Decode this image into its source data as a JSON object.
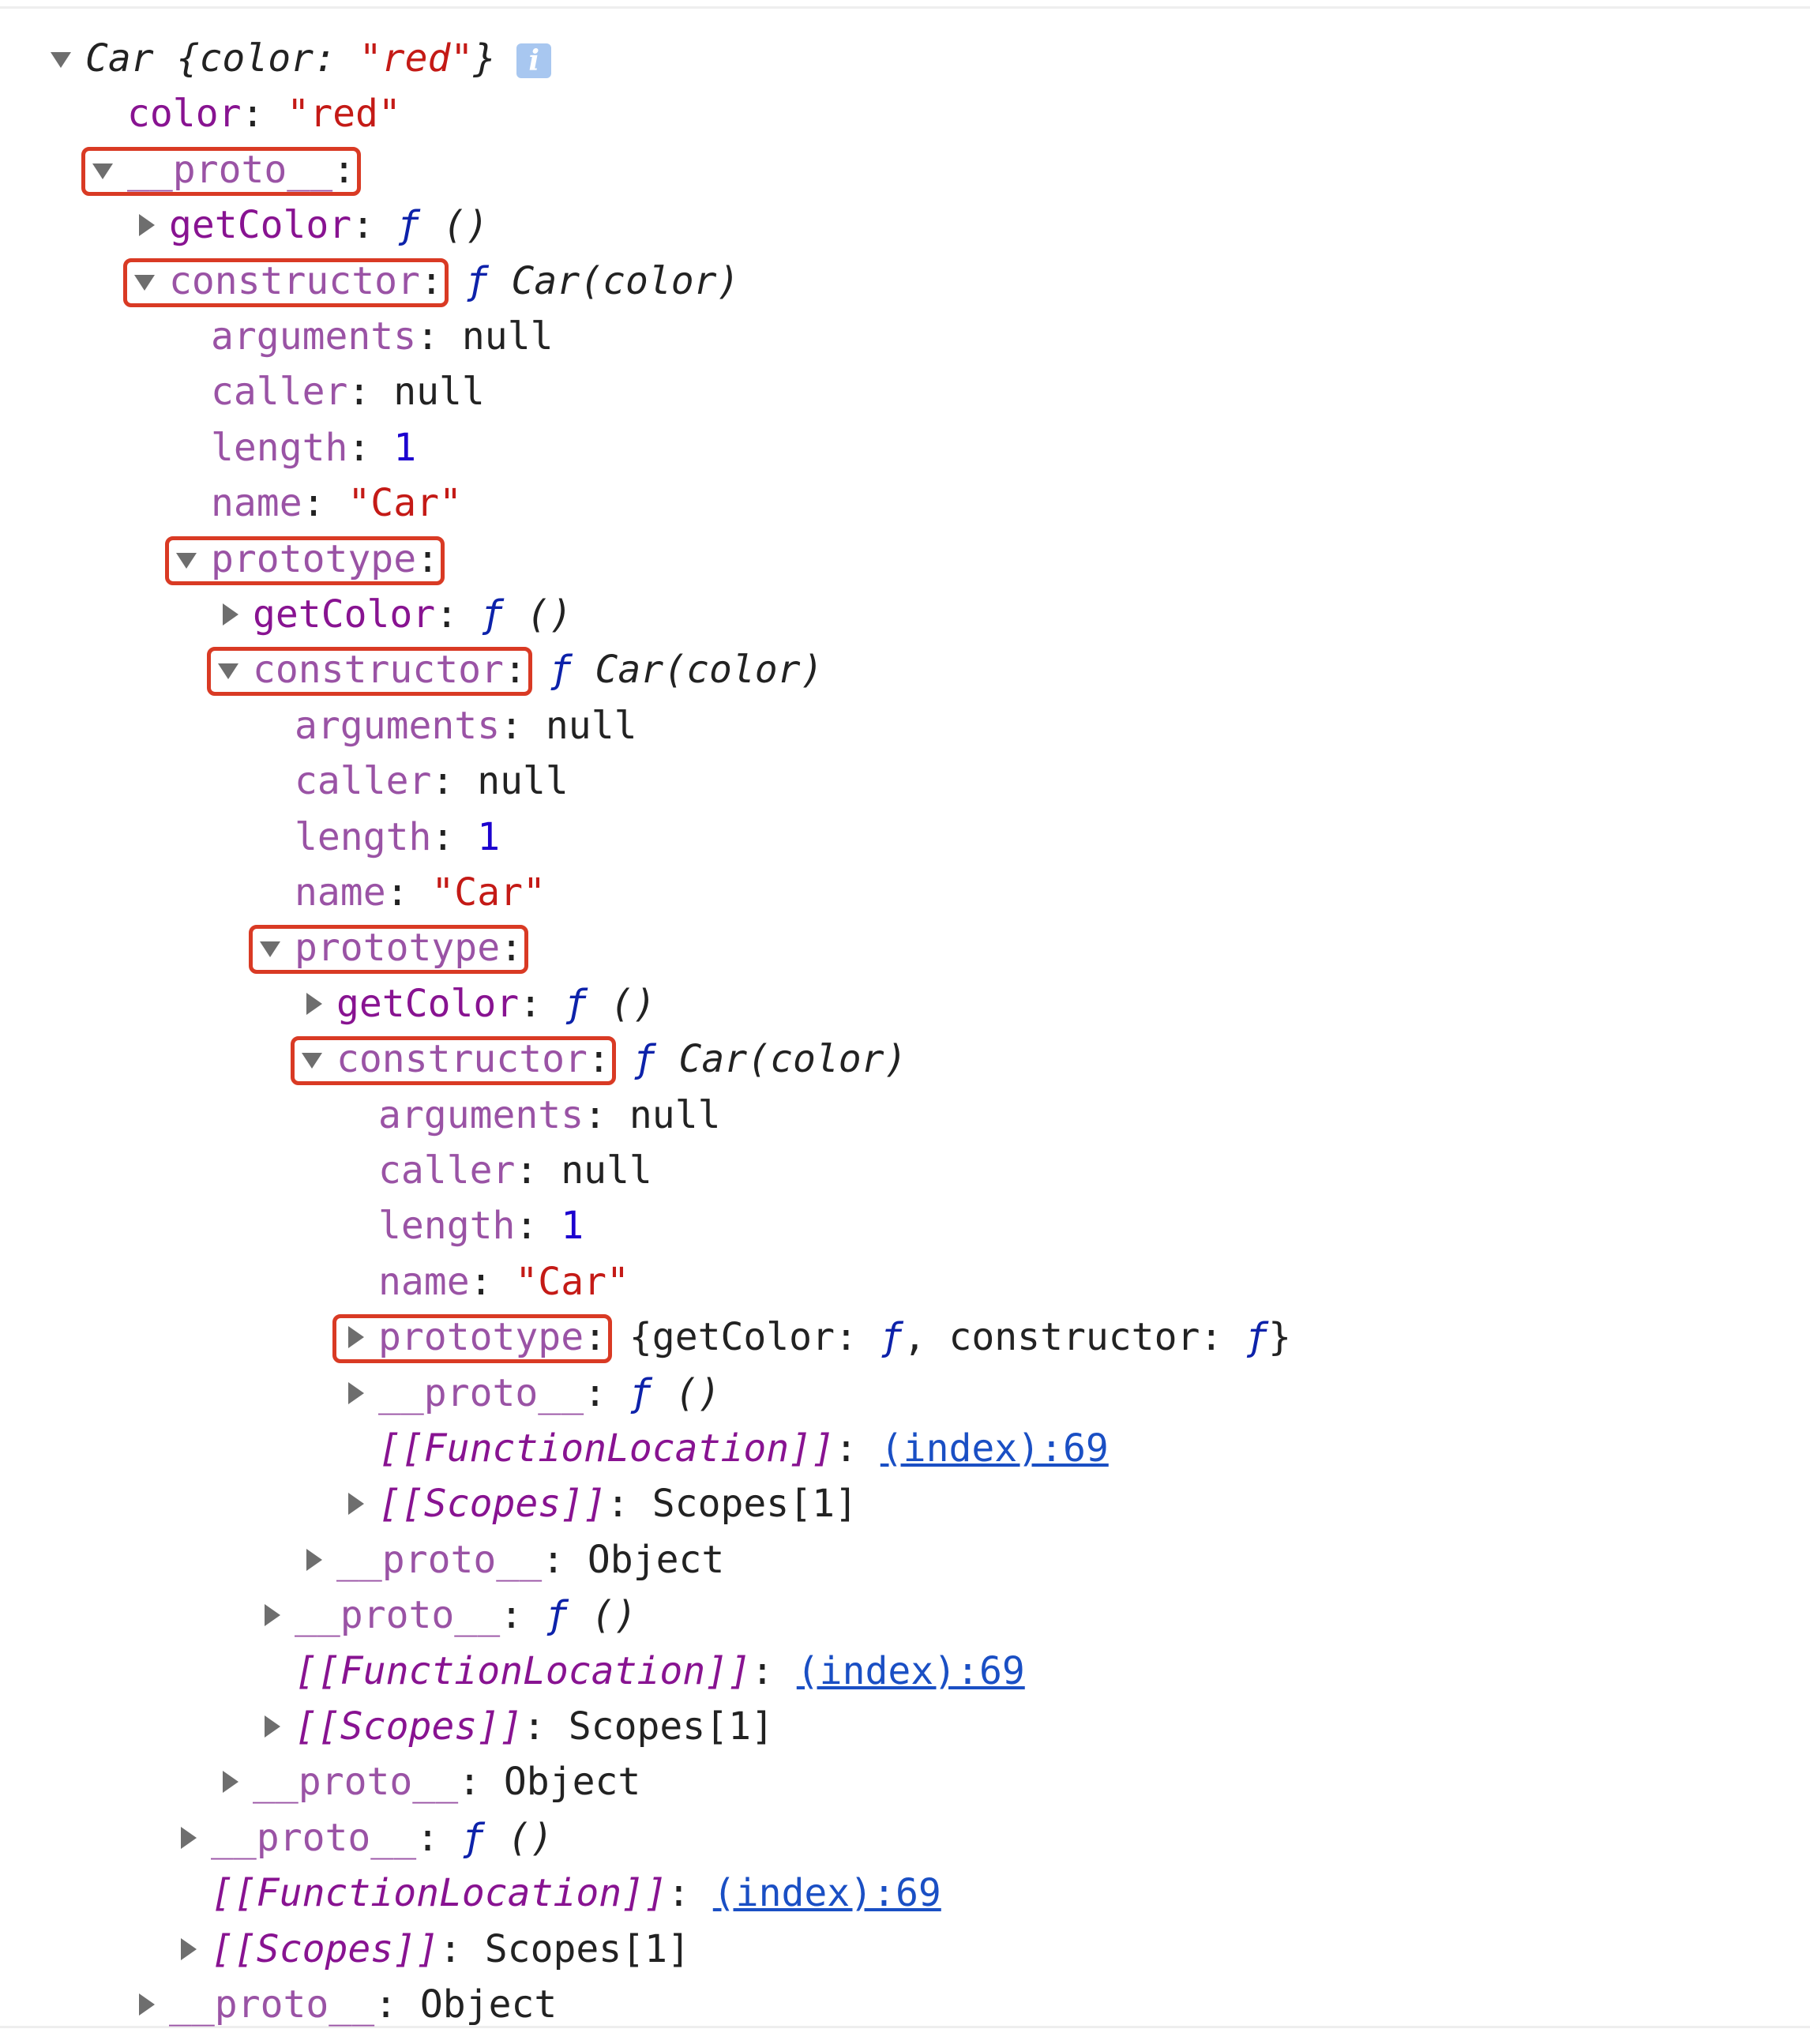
{
  "rows": [
    {
      "indent": 0,
      "toggle": "open",
      "segs": [
        {
          "t": "Car {color: ",
          "c": "it"
        },
        {
          "t": "\"red\"",
          "c": "str it"
        },
        {
          "t": "}",
          "c": "it"
        }
      ],
      "info_icon": "info-icon"
    },
    {
      "indent": 1,
      "toggle": "none",
      "segs": [
        {
          "t": "color",
          "c": "k"
        },
        {
          "t": ": ",
          "c": ""
        },
        {
          "t": "\"red\"",
          "c": "str"
        }
      ]
    },
    {
      "indent": 1,
      "toggle": "open",
      "highlight": true,
      "segs": [
        {
          "t": "__proto__",
          "c": "kd"
        },
        {
          "t": ":",
          "c": ""
        }
      ]
    },
    {
      "indent": 2,
      "toggle": "closed",
      "segs": [
        {
          "t": "getColor",
          "c": "k"
        },
        {
          "t": ": ",
          "c": ""
        },
        {
          "t": "ƒ",
          "c": "fn"
        },
        {
          "t": " ()",
          "c": "it"
        }
      ]
    },
    {
      "indent": 2,
      "toggle": "open",
      "highlight": true,
      "segs": [
        {
          "t": "constructor",
          "c": "kd"
        },
        {
          "t": ": ",
          "c": ""
        },
        {
          "t": "ƒ",
          "c": "fn"
        },
        {
          "t": " Car(color)",
          "c": "it"
        }
      ]
    },
    {
      "indent": 3,
      "toggle": "none",
      "segs": [
        {
          "t": "arguments",
          "c": "kd"
        },
        {
          "t": ": null",
          "c": ""
        }
      ]
    },
    {
      "indent": 3,
      "toggle": "none",
      "segs": [
        {
          "t": "caller",
          "c": "kd"
        },
        {
          "t": ": null",
          "c": ""
        }
      ]
    },
    {
      "indent": 3,
      "toggle": "none",
      "segs": [
        {
          "t": "length",
          "c": "kd"
        },
        {
          "t": ": ",
          "c": ""
        },
        {
          "t": "1",
          "c": "num"
        }
      ]
    },
    {
      "indent": 3,
      "toggle": "none",
      "segs": [
        {
          "t": "name",
          "c": "kd"
        },
        {
          "t": ": ",
          "c": ""
        },
        {
          "t": "\"Car\"",
          "c": "str"
        }
      ]
    },
    {
      "indent": 3,
      "toggle": "open",
      "highlight": true,
      "segs": [
        {
          "t": "prototype",
          "c": "kd"
        },
        {
          "t": ":",
          "c": ""
        }
      ]
    },
    {
      "indent": 4,
      "toggle": "closed",
      "segs": [
        {
          "t": "getColor",
          "c": "k"
        },
        {
          "t": ": ",
          "c": ""
        },
        {
          "t": "ƒ",
          "c": "fn"
        },
        {
          "t": " ()",
          "c": "it"
        }
      ]
    },
    {
      "indent": 4,
      "toggle": "open",
      "highlight": true,
      "segs": [
        {
          "t": "constructor",
          "c": "kd"
        },
        {
          "t": ": ",
          "c": ""
        },
        {
          "t": "ƒ",
          "c": "fn"
        },
        {
          "t": " Car(color)",
          "c": "it"
        }
      ]
    },
    {
      "indent": 5,
      "toggle": "none",
      "segs": [
        {
          "t": "arguments",
          "c": "kd"
        },
        {
          "t": ": null",
          "c": ""
        }
      ]
    },
    {
      "indent": 5,
      "toggle": "none",
      "segs": [
        {
          "t": "caller",
          "c": "kd"
        },
        {
          "t": ": null",
          "c": ""
        }
      ]
    },
    {
      "indent": 5,
      "toggle": "none",
      "segs": [
        {
          "t": "length",
          "c": "kd"
        },
        {
          "t": ": ",
          "c": ""
        },
        {
          "t": "1",
          "c": "num"
        }
      ]
    },
    {
      "indent": 5,
      "toggle": "none",
      "segs": [
        {
          "t": "name",
          "c": "kd"
        },
        {
          "t": ": ",
          "c": ""
        },
        {
          "t": "\"Car\"",
          "c": "str"
        }
      ]
    },
    {
      "indent": 5,
      "toggle": "open",
      "highlight": true,
      "segs": [
        {
          "t": "prototype",
          "c": "kd"
        },
        {
          "t": ":",
          "c": ""
        }
      ]
    },
    {
      "indent": 6,
      "toggle": "closed",
      "segs": [
        {
          "t": "getColor",
          "c": "k"
        },
        {
          "t": ": ",
          "c": ""
        },
        {
          "t": "ƒ",
          "c": "fn"
        },
        {
          "t": " ()",
          "c": "it"
        }
      ]
    },
    {
      "indent": 6,
      "toggle": "open",
      "highlight": true,
      "segs": [
        {
          "t": "constructor",
          "c": "kd"
        },
        {
          "t": ": ",
          "c": ""
        },
        {
          "t": "ƒ",
          "c": "fn"
        },
        {
          "t": " Car(color)",
          "c": "it"
        }
      ]
    },
    {
      "indent": 7,
      "toggle": "none",
      "segs": [
        {
          "t": "arguments",
          "c": "kd"
        },
        {
          "t": ": null",
          "c": ""
        }
      ]
    },
    {
      "indent": 7,
      "toggle": "none",
      "segs": [
        {
          "t": "caller",
          "c": "kd"
        },
        {
          "t": ": null",
          "c": ""
        }
      ]
    },
    {
      "indent": 7,
      "toggle": "none",
      "segs": [
        {
          "t": "length",
          "c": "kd"
        },
        {
          "t": ": ",
          "c": ""
        },
        {
          "t": "1",
          "c": "num"
        }
      ]
    },
    {
      "indent": 7,
      "toggle": "none",
      "segs": [
        {
          "t": "name",
          "c": "kd"
        },
        {
          "t": ": ",
          "c": ""
        },
        {
          "t": "\"Car\"",
          "c": "str"
        }
      ]
    },
    {
      "indent": 7,
      "toggle": "closed",
      "highlight": true,
      "segs": [
        {
          "t": "prototype",
          "c": "kd"
        },
        {
          "t": ": {getColor: ",
          "c": ""
        },
        {
          "t": "ƒ",
          "c": "fn"
        },
        {
          "t": ", constructor: ",
          "c": ""
        },
        {
          "t": "ƒ",
          "c": "fn"
        },
        {
          "t": "}",
          "c": ""
        }
      ]
    },
    {
      "indent": 7,
      "toggle": "closed",
      "segs": [
        {
          "t": "__proto__",
          "c": "kd"
        },
        {
          "t": ": ",
          "c": ""
        },
        {
          "t": "ƒ",
          "c": "fn"
        },
        {
          "t": " ()",
          "c": "it"
        }
      ]
    },
    {
      "indent": 7,
      "toggle": "none",
      "segs": [
        {
          "t": "[[FunctionLocation]]",
          "c": "k it"
        },
        {
          "t": ": ",
          "c": ""
        },
        {
          "t": "(index):69",
          "c": "link",
          "interactable": true
        }
      ]
    },
    {
      "indent": 7,
      "toggle": "closed",
      "segs": [
        {
          "t": "[[Scopes]]",
          "c": "k it"
        },
        {
          "t": ": Scopes[1]",
          "c": ""
        }
      ]
    },
    {
      "indent": 6,
      "toggle": "closed",
      "segs": [
        {
          "t": "__proto__",
          "c": "kd"
        },
        {
          "t": ": Object",
          "c": ""
        }
      ]
    },
    {
      "indent": 5,
      "toggle": "closed",
      "segs": [
        {
          "t": "__proto__",
          "c": "kd"
        },
        {
          "t": ": ",
          "c": ""
        },
        {
          "t": "ƒ",
          "c": "fn"
        },
        {
          "t": " ()",
          "c": "it"
        }
      ]
    },
    {
      "indent": 5,
      "toggle": "none",
      "segs": [
        {
          "t": "[[FunctionLocation]]",
          "c": "k it"
        },
        {
          "t": ": ",
          "c": ""
        },
        {
          "t": "(index):69",
          "c": "link",
          "interactable": true
        }
      ]
    },
    {
      "indent": 5,
      "toggle": "closed",
      "segs": [
        {
          "t": "[[Scopes]]",
          "c": "k it"
        },
        {
          "t": ": Scopes[1]",
          "c": ""
        }
      ]
    },
    {
      "indent": 4,
      "toggle": "closed",
      "segs": [
        {
          "t": "__proto__",
          "c": "kd"
        },
        {
          "t": ": Object",
          "c": ""
        }
      ]
    },
    {
      "indent": 3,
      "toggle": "closed",
      "segs": [
        {
          "t": "__proto__",
          "c": "kd"
        },
        {
          "t": ": ",
          "c": ""
        },
        {
          "t": "ƒ",
          "c": "fn"
        },
        {
          "t": " ()",
          "c": "it"
        }
      ]
    },
    {
      "indent": 3,
      "toggle": "none",
      "segs": [
        {
          "t": "[[FunctionLocation]]",
          "c": "k it"
        },
        {
          "t": ": ",
          "c": ""
        },
        {
          "t": "(index):69",
          "c": "link",
          "interactable": true
        }
      ]
    },
    {
      "indent": 3,
      "toggle": "closed",
      "segs": [
        {
          "t": "[[Scopes]]",
          "c": "k it"
        },
        {
          "t": ": Scopes[1]",
          "c": ""
        }
      ]
    },
    {
      "indent": 2,
      "toggle": "closed",
      "segs": [
        {
          "t": "__proto__",
          "c": "kd"
        },
        {
          "t": ": Object",
          "c": ""
        }
      ]
    }
  ],
  "colors": {
    "highlight_border": "#d93a24",
    "property_key": "#881391",
    "dim_property_key": "#9a53a5",
    "string": "#c41a16",
    "number": "#1c00cf",
    "function_glyph": "#0d22aa",
    "link": "#1a4fc4",
    "info_icon_bg": "#a8c7f0"
  }
}
